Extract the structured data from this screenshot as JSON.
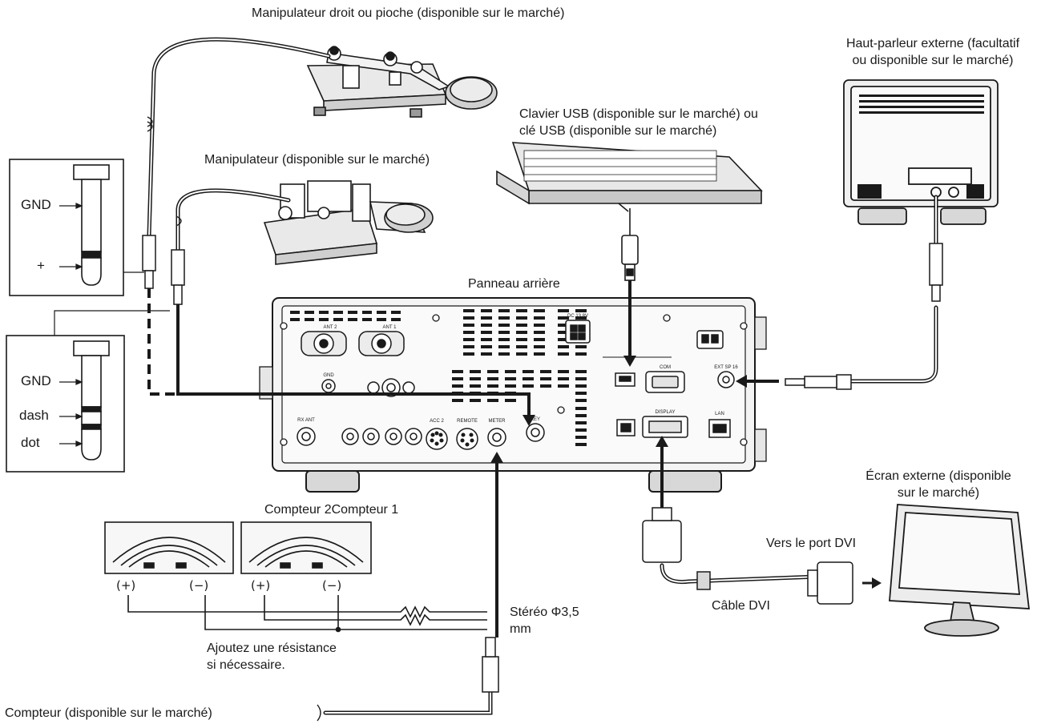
{
  "labels": {
    "straight_key": "Manipulateur droit ou pioche (disponible sur le marché)",
    "external_speaker_line1": "Haut-parleur externe (facultatif",
    "external_speaker_line2": "ou disponible sur le marché)",
    "usb_keyboard_line1": "Clavier USB (disponible sur le marché) ou",
    "usb_keyboard_line2": "clé USB (disponible sur le marché)",
    "paddle_key": "Manipulateur (disponible sur le marché)",
    "rear_panel": "Panneau arrière",
    "external_display_line1": "Écran externe (disponible",
    "external_display_line2": "sur le marché)",
    "meters_header": "Compteur 2Compteur 1",
    "dvi_port": "Vers le port DVI",
    "dvi_cable": "Câble DVI",
    "stereo_line1": "Stéréo Φ3,5",
    "stereo_line2": "mm",
    "resistor_note_line1": "Ajoutez une résistance",
    "resistor_note_line2": "si nécessaire.",
    "meter_bottom": "Compteur (disponible sur le marché)"
  },
  "plug_straight": {
    "gnd": "GND",
    "plus": "+"
  },
  "plug_paddle": {
    "gnd": "GND",
    "dash": "dash",
    "dot": "dot"
  },
  "meters": {
    "plus": "(+)",
    "minus": "(−)"
  },
  "panel_ports": {
    "key": "KEY",
    "meter": "METER",
    "remote": "REMOTE",
    "acc2": "ACC 2",
    "ext_sp": "EXT SP 16",
    "lan": "LAN",
    "display": "DISPLAY",
    "com": "COM",
    "rx_ant": "RX ANT",
    "ant1": "ANT 1",
    "ant2": "ANT 2",
    "gnd": "GND",
    "dc": "DC 13.8V"
  }
}
